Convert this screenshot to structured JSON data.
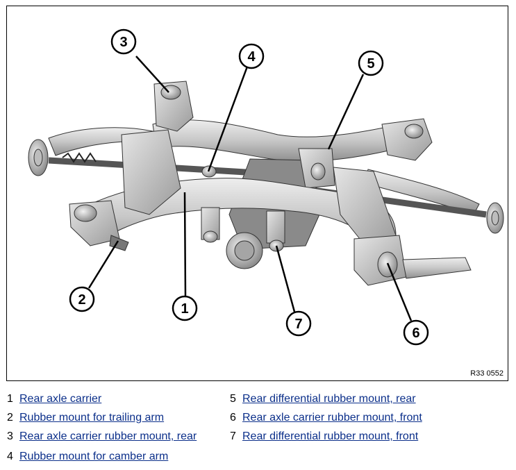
{
  "diagram": {
    "reference_code": "R33 0552",
    "callouts": [
      "1",
      "2",
      "3",
      "4",
      "5",
      "6",
      "7"
    ]
  },
  "legend": [
    {
      "number": "1",
      "label": "Rear axle carrier"
    },
    {
      "number": "2",
      "label": "Rubber mount for trailing arm"
    },
    {
      "number": "3",
      "label": "Rear axle carrier rubber mount, rear"
    },
    {
      "number": "4",
      "label": "Rubber mount for camber arm"
    },
    {
      "number": "5",
      "label": "Rear differential rubber mount, rear"
    },
    {
      "number": "6",
      "label": "Rear axle carrier rubber mount, front"
    },
    {
      "number": "7",
      "label": "Rear differential rubber mount, front"
    }
  ],
  "colors": {
    "link": "#0b2f8a",
    "metal": "#c9c9c9",
    "metal_dark": "#8d8d8d",
    "outline": "#000000"
  }
}
